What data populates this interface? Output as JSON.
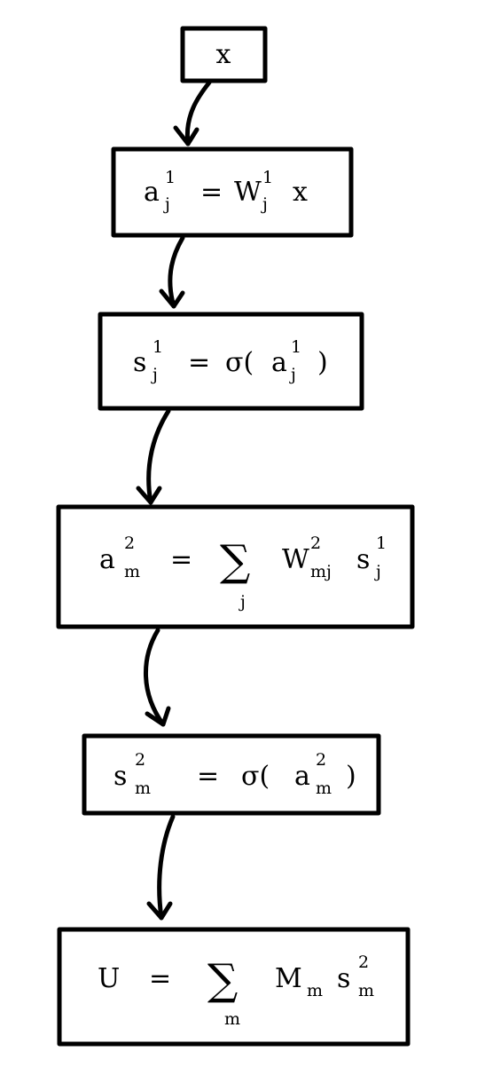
{
  "nodes": [
    {
      "id": "input",
      "label": "x"
    },
    {
      "id": "hidden-pre",
      "lhs": "a",
      "lhs_sup": "1",
      "lhs_sub": "j",
      "op": "=",
      "rhs": "W",
      "rhs_sup": "1",
      "rhs_sub": "j",
      "rhs_tail": "x"
    },
    {
      "id": "hidden-act",
      "lhs": "s",
      "lhs_sup": "1",
      "lhs_sub": "j",
      "op": "=",
      "func": "σ(",
      "arg": "a",
      "arg_sup": "1",
      "arg_sub": "j",
      "close": ")"
    },
    {
      "id": "output-pre",
      "lhs": "a",
      "lhs_sup": "2",
      "lhs_sub": "m",
      "op": "=",
      "sum": "∑",
      "sum_index": "j",
      "term1": "W",
      "term1_sup": "2",
      "term1_sub": "mj",
      "term2": "s",
      "term2_sup": "1",
      "term2_sub": "j"
    },
    {
      "id": "output-act",
      "lhs": "s",
      "lhs_sup": "2",
      "lhs_sub": "m",
      "op": "=",
      "func": "σ(",
      "arg": "a",
      "arg_sup": "2",
      "arg_sub": "m",
      "close": ")"
    },
    {
      "id": "utility",
      "lhs": "U",
      "op": "=",
      "sum": "∑",
      "sum_index": "m",
      "term1": "M",
      "term1_sub": "m",
      "term2": "s",
      "term2_sup": "2",
      "term2_sub": "m"
    }
  ]
}
